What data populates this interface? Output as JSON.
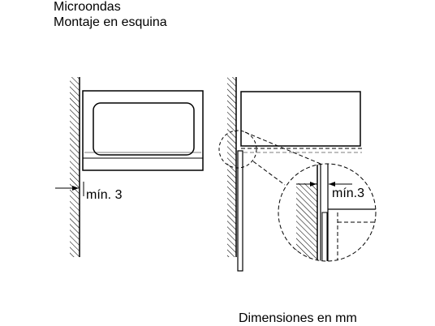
{
  "header": {
    "line1": "Microondas",
    "line2": "Montaje en esquina"
  },
  "labels": {
    "min_left": "mín. 3",
    "min_detail": "mín.3"
  },
  "footer": {
    "units": "Dimensiones en mm"
  }
}
